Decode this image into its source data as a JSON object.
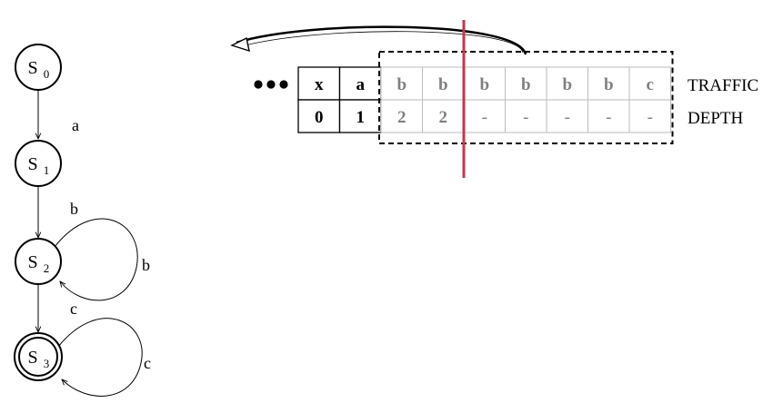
{
  "diagram": {
    "states": [
      {
        "id": "s0",
        "label": "S",
        "sub": "0",
        "accepting": false
      },
      {
        "id": "s1",
        "label": "S",
        "sub": "1",
        "accepting": false
      },
      {
        "id": "s2",
        "label": "S",
        "sub": "2",
        "accepting": false
      },
      {
        "id": "s3",
        "label": "S",
        "sub": "3",
        "accepting": true
      }
    ],
    "transitions": [
      {
        "from": "s0",
        "to": "s1",
        "label": "a"
      },
      {
        "from": "s1",
        "to": "s2",
        "label": "b"
      },
      {
        "from": "s2",
        "to": "s2",
        "label": "b"
      },
      {
        "from": "s2",
        "to": "s3",
        "label": "c"
      },
      {
        "from": "s3",
        "to": "s3",
        "label": "c"
      }
    ]
  },
  "tape": {
    "ellipsis": "•••",
    "rows": [
      {
        "name": "TRAFFIC",
        "cells": [
          "x",
          "a",
          "b",
          "b",
          "b",
          "b",
          "b",
          "b",
          "c"
        ]
      },
      {
        "name": "DEPTH",
        "cells": [
          "0",
          "1",
          "2",
          "2",
          "-",
          "-",
          "-",
          "-",
          "-"
        ]
      }
    ],
    "window_start": 2,
    "cursor_after": 3
  },
  "colors": {
    "cursor": "#c0394b",
    "active_text": "#000000",
    "window_text": "#808080",
    "window_border": "#000000"
  }
}
